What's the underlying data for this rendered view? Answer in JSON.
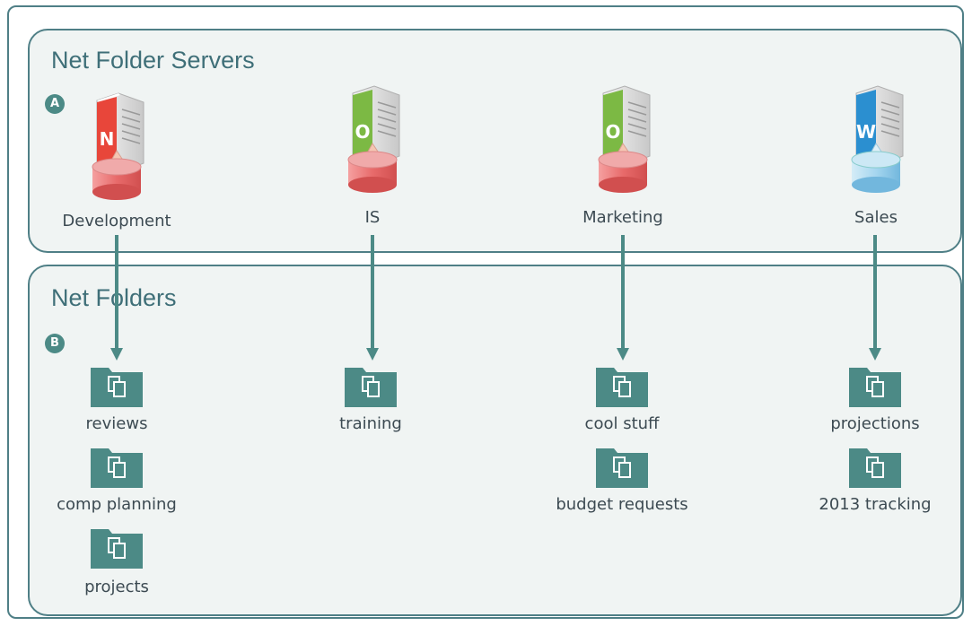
{
  "panels": {
    "servers_title": "Net Folder Servers",
    "folders_title": "Net Folders",
    "badge_a": "A",
    "badge_b": "B"
  },
  "servers": [
    {
      "name": "Development",
      "letter": "N",
      "icon": "server-icon",
      "color": "#e8463a",
      "disk_color": "#e87a7a"
    },
    {
      "name": "IS",
      "letter": "O",
      "icon": "server-icon",
      "color": "#7cb944",
      "disk_color": "#e87a7a"
    },
    {
      "name": "Marketing",
      "letter": "O",
      "icon": "server-icon",
      "color": "#7cb944",
      "disk_color": "#e87a7a"
    },
    {
      "name": "Sales",
      "letter": "W",
      "icon": "server-icon",
      "color": "#2b8fd0",
      "disk_color": "#8fcbeb"
    }
  ],
  "folders": {
    "development": [
      "reviews",
      "comp planning",
      "projects"
    ],
    "is": [
      "training"
    ],
    "marketing": [
      "cool stuff",
      "budget requests"
    ],
    "sales": [
      "projections",
      "2013 tracking"
    ]
  },
  "colors": {
    "frame": "#4f7f86",
    "panel_bg": "#f0f4f3",
    "folder": "#4c8a86",
    "arrow": "#4c8a86"
  }
}
